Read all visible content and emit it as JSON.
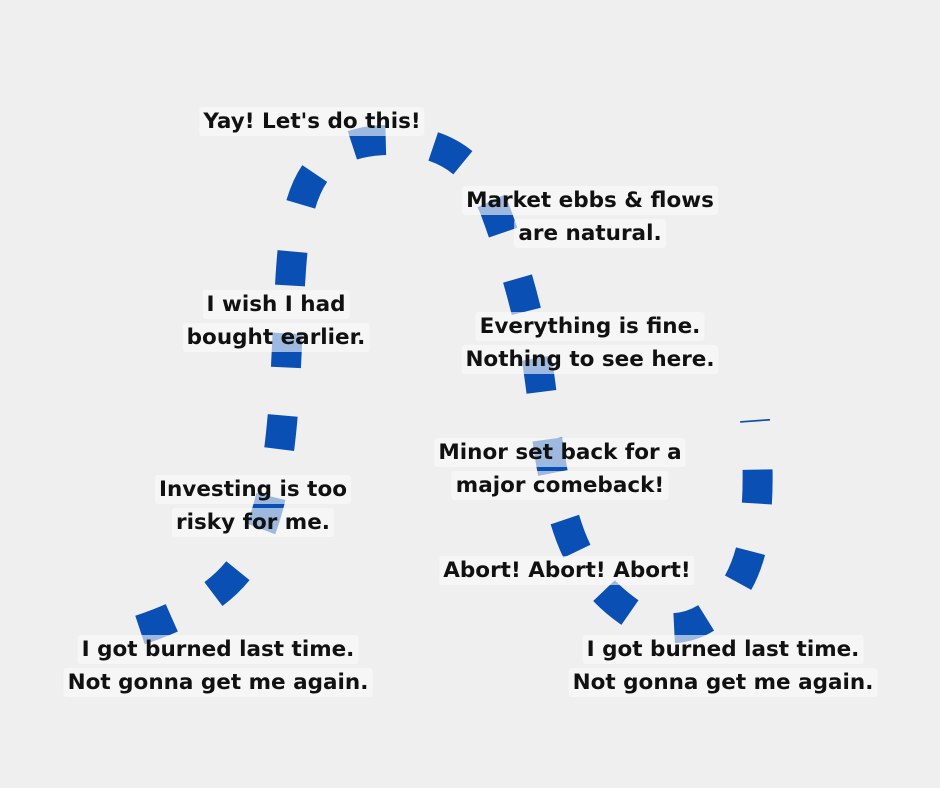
{
  "colors": {
    "background": "#efefef",
    "path": "#0a4fb4",
    "text": "#111111"
  },
  "labels": [
    {
      "id": "peak",
      "lines": [
        "Yay! Let's do this!"
      ]
    },
    {
      "id": "wish",
      "lines": [
        "I wish I had",
        "bought earlier."
      ]
    },
    {
      "id": "risky",
      "lines": [
        "Investing is too",
        "risky for me."
      ]
    },
    {
      "id": "burned-left",
      "lines": [
        "I got burned last time.",
        "Not gonna get me again."
      ]
    },
    {
      "id": "ebbs",
      "lines": [
        "Market ebbs & flows",
        "are natural."
      ]
    },
    {
      "id": "fine",
      "lines": [
        "Everything is fine.",
        "Nothing to see here."
      ]
    },
    {
      "id": "setback",
      "lines": [
        "Minor set back for a",
        "major comeback!"
      ]
    },
    {
      "id": "abort",
      "lines": [
        "Abort! Abort! Abort!"
      ]
    },
    {
      "id": "burned-right",
      "lines": [
        "I got burned last time.",
        "Not gonna get me again."
      ]
    }
  ]
}
